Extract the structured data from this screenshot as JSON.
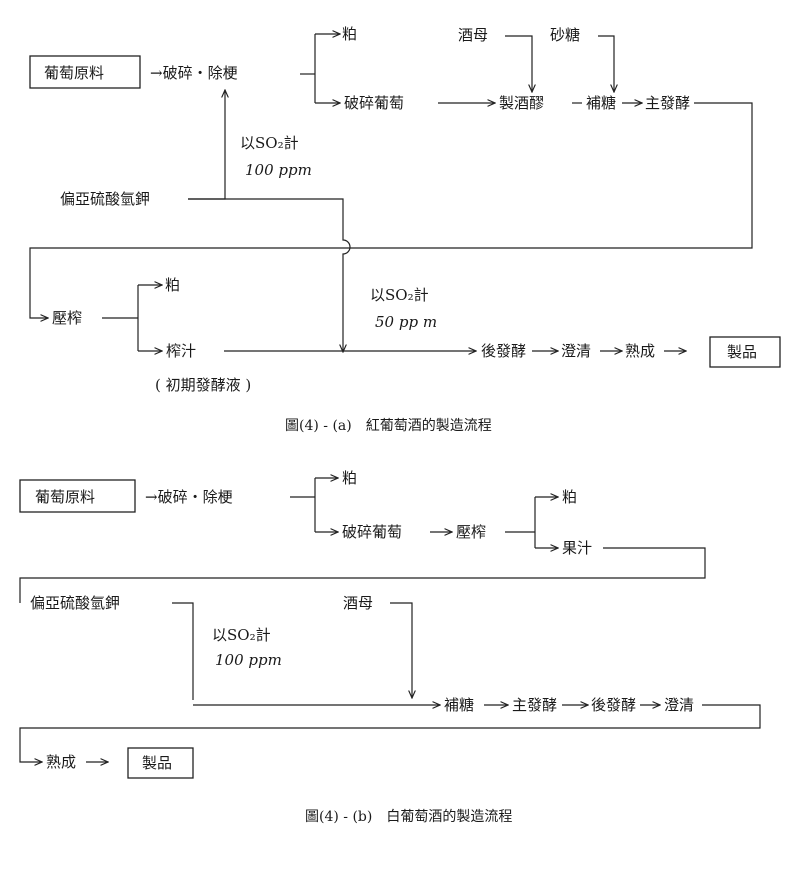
{
  "diagram_a": {
    "raw_material": "葡萄原料",
    "crush_destem": "→破碎・除梗",
    "pomace_1": "粕",
    "crushed_grapes": "破碎葡萄",
    "yeast": "酒母",
    "sugar": "砂糖",
    "make_must": "製酒醪",
    "add_sugar": "補糖",
    "main_ferment": "主發酵",
    "sulfite": "偏亞硫酸氫鉀",
    "so2_1_label": "以SO₂計",
    "so2_1_value": "100 ppm",
    "press": "壓榨",
    "pomace_2": "粕",
    "press_juice": "榨汁",
    "so2_2_label": "以SO₂計",
    "so2_2_value": "50 pp m",
    "post_ferment": "後發酵",
    "clarify": "澄清",
    "mature": "熟成",
    "product": "製品",
    "initial_must": "( 初期發酵液 )",
    "caption": "圖(4) - (a)　紅葡萄酒的製造流程"
  },
  "diagram_b": {
    "raw_material": "葡萄原料",
    "crush_destem": "→破碎・除梗",
    "pomace_1": "粕",
    "crushed_grapes": "破碎葡萄",
    "press": "壓榨",
    "pomace_2": "粕",
    "juice": "果汁",
    "sulfite": "偏亞硫酸氫鉀",
    "yeast": "酒母",
    "so2_label": "以SO₂計",
    "so2_value": "100 ppm",
    "add_sugar": "補糖",
    "main_ferment": "主發酵",
    "post_ferment": "後發酵",
    "clarify": "澄清",
    "mature": "熟成",
    "product": "製品",
    "caption": "圖(4) - (b)　白葡萄酒的製造流程"
  }
}
